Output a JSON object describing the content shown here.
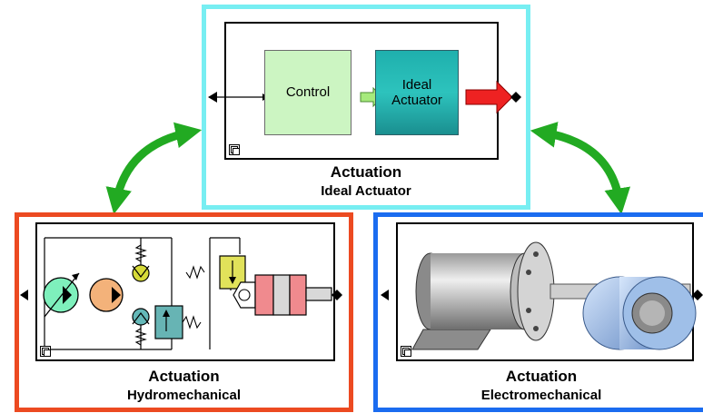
{
  "variants": {
    "ideal": {
      "title": "Actuation",
      "subtitle": "Ideal Actuator",
      "blocks": {
        "control": "Control",
        "actuator_line1": "Ideal",
        "actuator_line2": "Actuator"
      },
      "border_color": "#77eef2"
    },
    "hydro": {
      "title": "Actuation",
      "subtitle": "Hydromechanical",
      "border_color": "#ec4a21"
    },
    "electro": {
      "title": "Actuation",
      "subtitle": "Electromechanical",
      "border_color": "#1b6cf0"
    }
  },
  "arrows": {
    "color": "#22aa22"
  },
  "icons": [
    "library-link-icon",
    "pump-icon",
    "motor-icon",
    "check-valve-icon",
    "relief-valve-icon",
    "cylinder-icon",
    "electric-motor-icon",
    "gearbox-icon"
  ]
}
